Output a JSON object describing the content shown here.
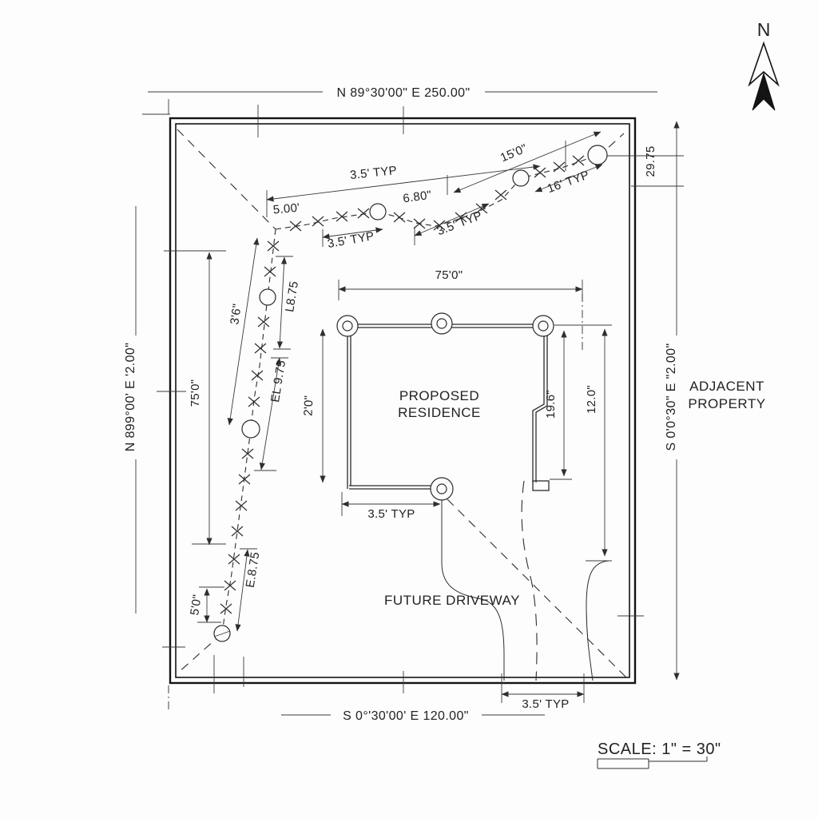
{
  "plan": {
    "north_label": "N",
    "bearings": {
      "top": "N 89°30'00\" E 250.00\"",
      "bottom": "S 0°'30'00' E 120.00\"",
      "left": "N 899°00' E '2.00\"",
      "right": "S 0'0°30\" E \"2.00\""
    },
    "areas": {
      "residence_line1": "PROPOSED",
      "residence_line2": "RESIDENCE",
      "adjacent_line1": "ADJACENT",
      "adjacent_line2": "PROPERTY",
      "driveway": "FUTURE DRIVEWAY"
    },
    "dimensions": {
      "top_typ": "3.5' TYP",
      "seg_15": "15'0\"",
      "typ_16": "16' TYP",
      "d_500": "5.00'",
      "d_680": "6.80\"",
      "typ35_left": "3.5' TYP",
      "typ35_mid": "3.5' TYP",
      "d_2975": "29.75",
      "fence_36": "3'6\"",
      "l_875": "L8.75",
      "el_975": "EL 9.75",
      "left_75": "75'0\"",
      "d_20": "2'0\"",
      "top_75": "75'0\"",
      "d_196": "19.6\"",
      "d_120": "12.0\"",
      "d_50": "5'0\"",
      "e_875": "E.8.75",
      "typ35_bldg": "3.5' TYP",
      "typ35_bottom": "3.5' TYP"
    },
    "scale": {
      "label": "SCALE: 1\" = 30\""
    }
  }
}
